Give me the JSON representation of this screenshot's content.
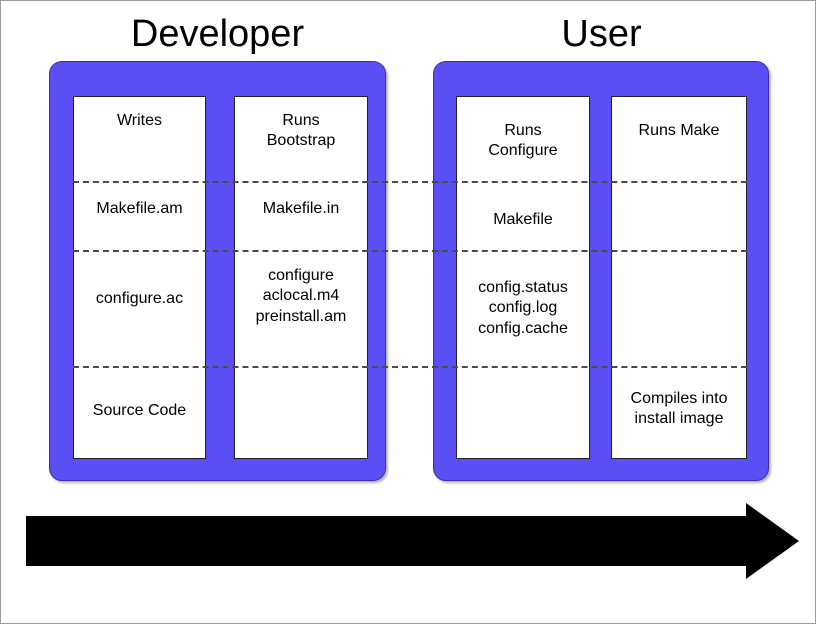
{
  "diagram": {
    "title_developer": "Developer",
    "title_user": "User",
    "accent_color": "#5A4FF5",
    "panel_border_color": "#3A2FB0",
    "box_border_color": "#222222",
    "rule_color": "#4A4A4A",
    "arrow_color": "#000000",
    "background_color": "#FFFFFF"
  },
  "columns": [
    {
      "group": "Developer",
      "name": "writes",
      "header": "Writes",
      "cells": [
        "Makefile.am",
        "configure.ac",
        "Source Code"
      ]
    },
    {
      "group": "Developer",
      "name": "runs-bootstrap",
      "header": "Runs\nBootstrap",
      "cells": [
        "Makefile.in",
        "configure\naclocal.m4\npreinstall.am"
      ]
    },
    {
      "group": "User",
      "name": "runs-configure",
      "header": "Runs\nConfigure",
      "cells": [
        "Makefile",
        "config.status\nconfig.log\nconfig.cache"
      ]
    },
    {
      "group": "User",
      "name": "runs-make",
      "header": "Runs Make",
      "cells": [
        "Compiles into\ninstall image"
      ]
    }
  ],
  "cell_text": {
    "dev_writes_header": "Writes",
    "dev_makefile_am": "Makefile.am",
    "dev_configure_ac": "configure.ac",
    "dev_source_code": "Source Code",
    "dev_bootstrap_header": "Runs\nBootstrap",
    "dev_makefile_in": "Makefile.in",
    "dev_generated_files": "configure\naclocal.m4\npreinstall.am",
    "user_configure_header": "Runs\nConfigure",
    "user_makefile": "Makefile",
    "user_config_files": "config.status\nconfig.log\nconfig.cache",
    "user_make_header": "Runs Make",
    "user_install_image": "Compiles into\ninstall image"
  },
  "flow_arrow": {
    "label": "",
    "direction": "left-to-right"
  }
}
